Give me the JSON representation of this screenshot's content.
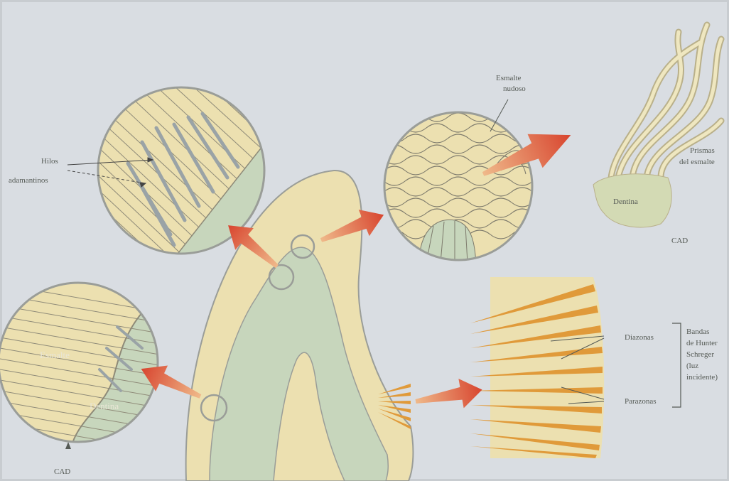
{
  "labels": {
    "hilos_line1": "Hilos",
    "hilos_line2": "adamantinos",
    "esmalte_nudoso_line1": "Esmalte",
    "esmalte_nudoso_line2": "nudoso",
    "prismas_line1": "Prismas",
    "prismas_line2": "del esmalte",
    "dentina_top": "Dentina",
    "cad_top": "CAD",
    "esmalte_left": "Esmalte",
    "dentina_left": "Dentina",
    "cad_bottom": "CAD",
    "diazonas": "Diazonas",
    "parazonas": "Parazonas",
    "bandas_line1": "Bandas",
    "bandas_line2": "de Hunter",
    "bandas_line3": "Schreger",
    "bandas_line4": "(luz",
    "bandas_line5": "incidente)"
  },
  "colors": {
    "background": "#d9dde2",
    "enamel": "#ece0b0",
    "dentin": "#c7d6bc",
    "arrow": "#d4523a",
    "band_orange": "#e09a3a",
    "outline": "#9a9d98"
  }
}
